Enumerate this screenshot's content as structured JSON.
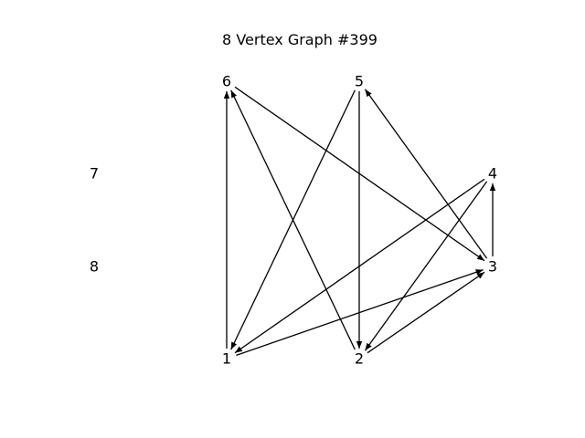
{
  "title": "8 Vertex Graph #399",
  "colors": {
    "edge": "#000000",
    "label": "#000000",
    "background": "#ffffff"
  },
  "graph": {
    "directed": true,
    "nodes": [
      {
        "id": "1",
        "label": "1"
      },
      {
        "id": "2",
        "label": "2"
      },
      {
        "id": "3",
        "label": "3"
      },
      {
        "id": "4",
        "label": "4"
      },
      {
        "id": "5",
        "label": "5"
      },
      {
        "id": "6",
        "label": "6"
      },
      {
        "id": "7",
        "label": "7"
      },
      {
        "id": "8",
        "label": "8"
      }
    ],
    "edges": [
      {
        "from": "1",
        "to": "6"
      },
      {
        "from": "1",
        "to": "3"
      },
      {
        "from": "2",
        "to": "6"
      },
      {
        "from": "2",
        "to": "3"
      },
      {
        "from": "3",
        "to": "4"
      },
      {
        "from": "3",
        "to": "5"
      },
      {
        "from": "4",
        "to": "1"
      },
      {
        "from": "4",
        "to": "2"
      },
      {
        "from": "5",
        "to": "1"
      },
      {
        "from": "5",
        "to": "2"
      },
      {
        "from": "6",
        "to": "3"
      }
    ]
  }
}
